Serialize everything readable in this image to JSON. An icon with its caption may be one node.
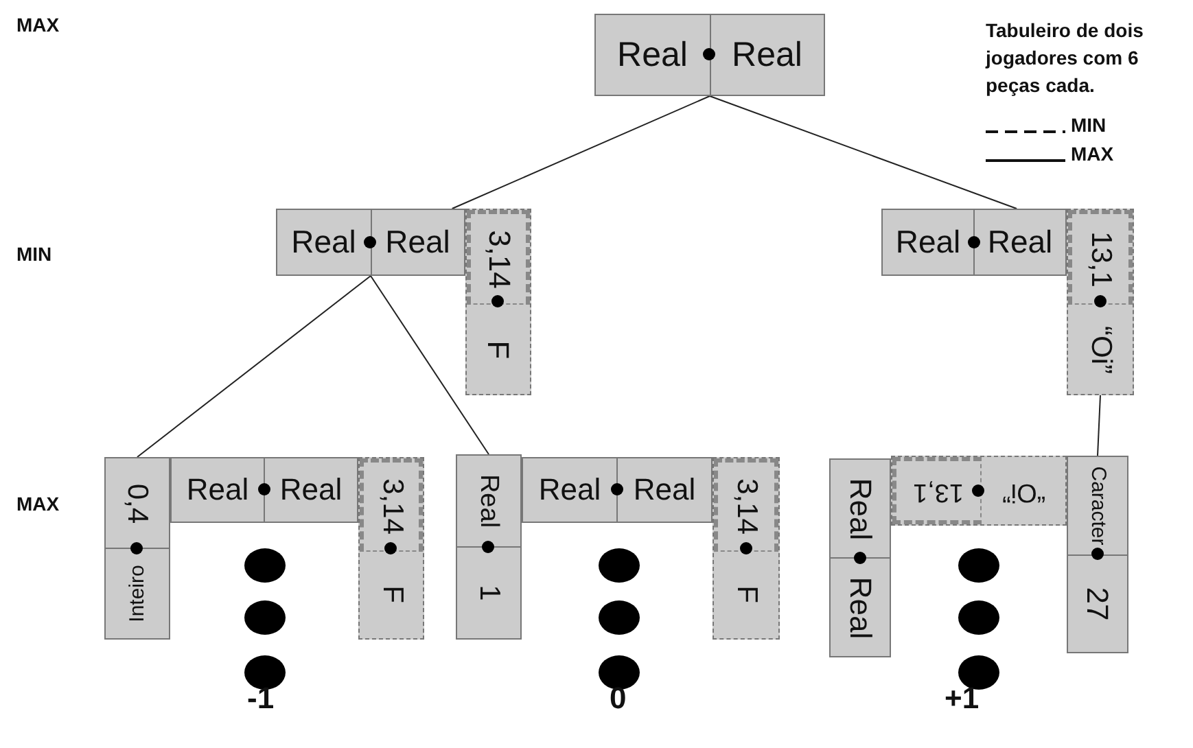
{
  "diagram": {
    "nodes": [
      {
        "text": [
          "Real",
          "Real"
        ]
      },
      {
        "text": [
          "Real",
          "Real"
        ]
      },
      {
        "text": [
          "3,14",
          "F"
        ]
      },
      {
        "text": [
          "Real",
          "Real"
        ]
      },
      {
        "text": [
          "13,1",
          "“Oi”"
        ]
      },
      {
        "text": [
          "0,4",
          "Inteiro"
        ]
      },
      {
        "text": [
          "Real",
          "Real"
        ]
      },
      {
        "text": [
          "3,14",
          "F"
        ]
      },
      {
        "text": [
          "Real",
          "1"
        ]
      },
      {
        "text": [
          "Real",
          "Real"
        ]
      },
      {
        "text": [
          "3,14",
          "F"
        ]
      },
      {
        "text": [
          "Real",
          "Real"
        ]
      },
      {
        "text": [
          "13,1",
          "“Oi”"
        ]
      },
      {
        "text": [
          "Caracter",
          "27"
        ]
      }
    ],
    "edges": [
      {
        "from": 0,
        "to": 1,
        "arrow": "none"
      },
      {
        "from": 0,
        "to": 3,
        "arrow": "none"
      },
      {
        "from": 1,
        "to": 5,
        "arrow": "none"
      },
      {
        "from": 1,
        "to": 8,
        "arrow": "none"
      },
      {
        "from": 4,
        "to": 13,
        "arrow": "none"
      }
    ],
    "labels": [
      "MAX",
      "Tabuleiro de dois jogadores com 6 peças cada.",
      "MIN",
      "MAX",
      "-1",
      "0",
      "+1"
    ],
    "legend": [
      {
        "text": "MIN"
      },
      {
        "text": "MAX"
      }
    ]
  }
}
